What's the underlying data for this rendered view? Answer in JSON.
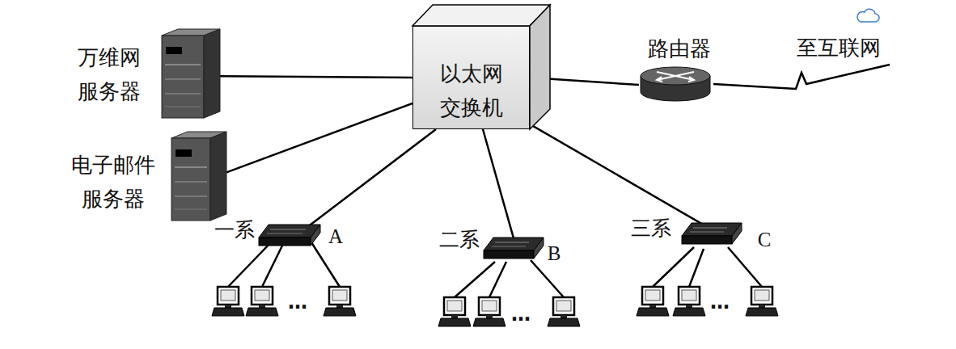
{
  "diagram": {
    "nodes": [
      {
        "text": [
          "万维网服务器"
        ]
      },
      {
        "text": [
          "以太网交换机"
        ]
      },
      {
        "text": [
          "路由器"
        ]
      },
      {
        "text": [
          "电子邮件服务器"
        ]
      },
      {
        "text": [
          "一系",
          "A"
        ]
      },
      {
        "text": [
          "二系",
          "B"
        ]
      },
      {
        "text": [
          "三系",
          "C"
        ]
      }
    ],
    "edges": [
      {
        "from": 0,
        "to": 1,
        "arrow": "none"
      },
      {
        "from": 1,
        "to": 2,
        "arrow": "none"
      },
      {
        "from": 3,
        "to": 1,
        "arrow": "none"
      },
      {
        "from": 1,
        "to": 4,
        "arrow": "none"
      },
      {
        "from": 1,
        "to": 5,
        "arrow": "none"
      },
      {
        "from": 1,
        "to": 6,
        "arrow": "none"
      }
    ],
    "labels": [
      "至互联网",
      "…",
      "…",
      "…"
    ]
  }
}
